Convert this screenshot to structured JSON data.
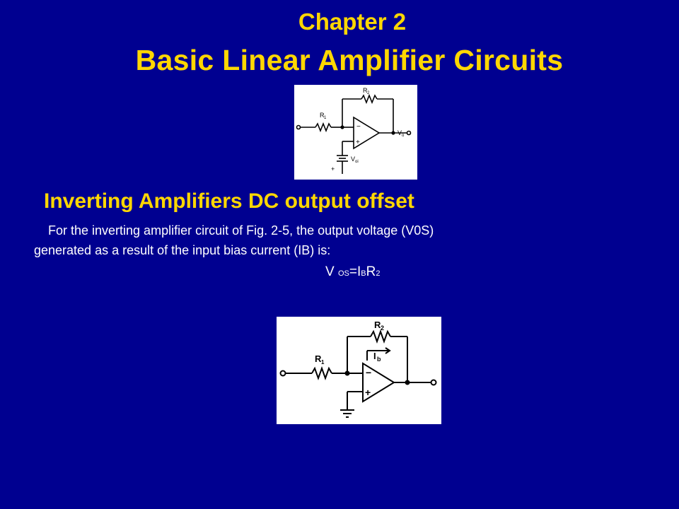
{
  "slide": {
    "chapter": "Chapter 2",
    "title": "Basic Linear Amplifier Circuits",
    "subheading": "Inverting Amplifiers DC output offset",
    "paragraph_line1": "For the inverting amplifier circuit of Fig. 2-5, the output voltage (V0S)",
    "paragraph_line2": "generated as a result of the input bias current (IB) is:",
    "formula": {
      "v": "V",
      "os": "OS",
      "eq_i": "=I",
      "b": "B",
      "r": "R",
      "two": "2"
    }
  },
  "figure_top": {
    "r1": "R",
    "r1_sub": "1",
    "r2": "R",
    "r2_sub": "2",
    "vo": "V",
    "vo_sub": "o",
    "voi": "V",
    "voi_sub": "oi",
    "minus": "−",
    "plus": "+",
    "battery_plus": "+"
  },
  "figure_bottom": {
    "r1": "R",
    "r1_sub": "1",
    "r2": "R",
    "r2_sub": "2",
    "ib": "I",
    "ib_sub": "b",
    "minus": "−",
    "plus": "+"
  }
}
